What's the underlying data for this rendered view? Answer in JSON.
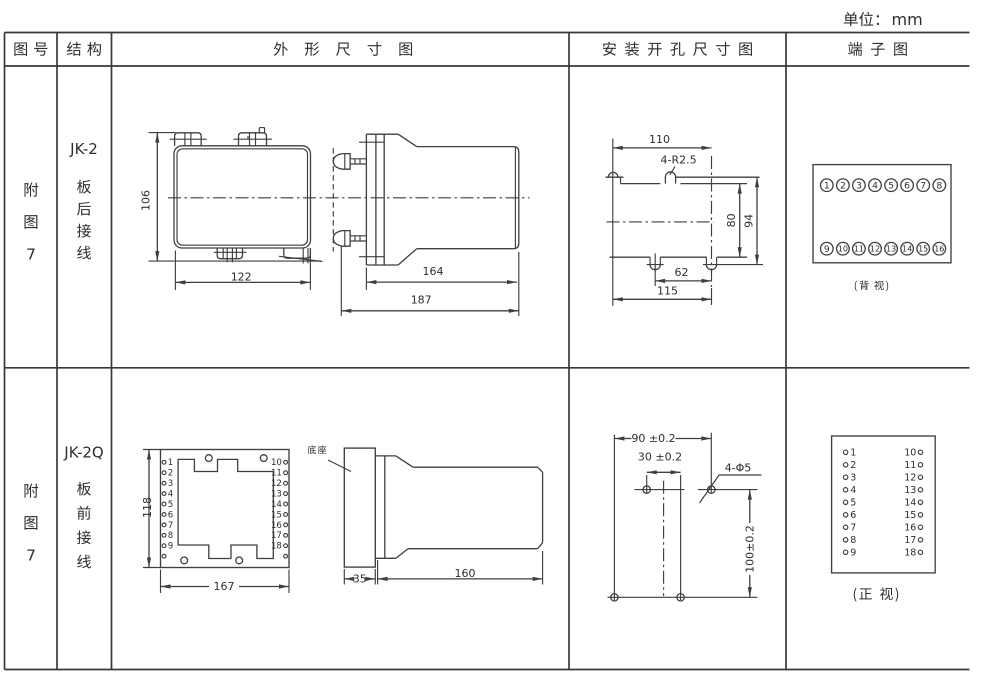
{
  "unit_label": "单位：mm",
  "header": {
    "figure_no": "图号",
    "structure": "结构",
    "outline": "外形尺寸图",
    "mounting": "安装开孔尺寸图",
    "terminal": "端子图"
  },
  "rows": [
    {
      "figure_no": "附图7",
      "model": "JK-2",
      "wiring": "板后接线",
      "outline_dims": {
        "height": "106",
        "width": "122",
        "body_len": "164",
        "total_len": "187"
      },
      "mounting_dims": {
        "width_top": "110",
        "holes": "4-R2.5",
        "height_inner": "80",
        "height_outer": "94",
        "width_inner": "62",
        "width_outer": "115"
      },
      "terminal": {
        "top": [
          "1",
          "2",
          "3",
          "4",
          "5",
          "6",
          "7",
          "8"
        ],
        "bottom": [
          "9",
          "10",
          "11",
          "12",
          "13",
          "14",
          "15",
          "16"
        ],
        "caption": "(背 视)"
      },
      "figure_no_digit": "7"
    },
    {
      "figure_no": "附图7",
      "model": "JK-2Q",
      "wiring": "板前接线",
      "outline_dims": {
        "height": "118",
        "width": "167",
        "base_label": "底座",
        "base_depth": "35",
        "body_len": "160"
      },
      "front_terminals": {
        "left": [
          "1",
          "2",
          "3",
          "4",
          "5",
          "6",
          "7",
          "8",
          "9"
        ],
        "right": [
          "10",
          "11",
          "12",
          "13",
          "14",
          "15",
          "16",
          "17",
          "18"
        ]
      },
      "mounting_dims": {
        "width": "90 ±0.2",
        "offset": "30 ±0.2",
        "holes": "4-Φ5",
        "height": "100±0.2"
      },
      "terminal": {
        "left": [
          "1",
          "2",
          "3",
          "4",
          "5",
          "6",
          "7",
          "8",
          "9"
        ],
        "right": [
          "10",
          "11",
          "12",
          "13",
          "14",
          "15",
          "16",
          "17",
          "18"
        ],
        "caption": "(正 视)"
      },
      "figure_no_digit": "7"
    }
  ]
}
